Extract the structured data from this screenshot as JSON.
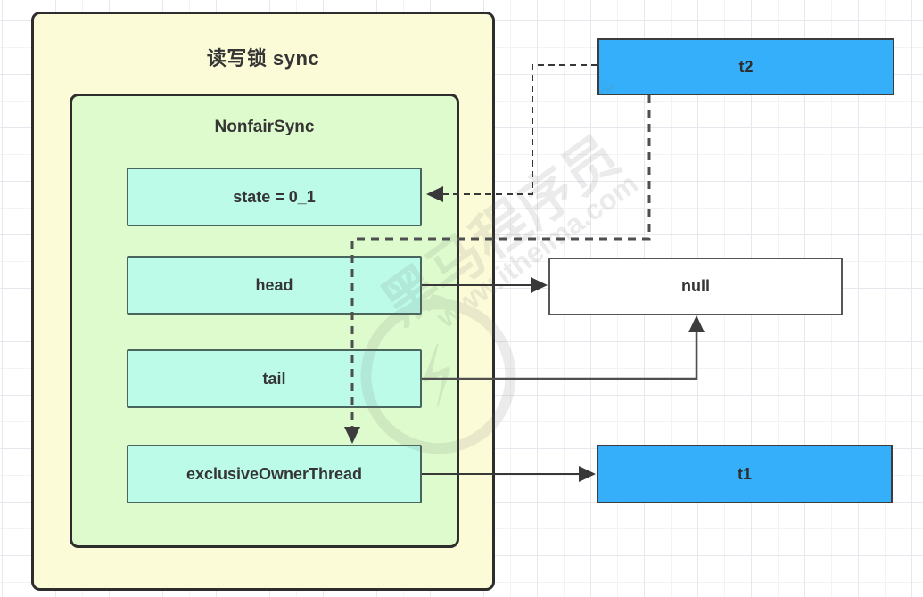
{
  "diagram": {
    "outer_container": {
      "title": "读写锁 sync"
    },
    "inner_container": {
      "title": "NonfairSync"
    },
    "fields": [
      {
        "id": "state",
        "label": "state = 0_1"
      },
      {
        "id": "head",
        "label": "head"
      },
      {
        "id": "tail",
        "label": "tail"
      },
      {
        "id": "exclusiveOwnerThread",
        "label": "exclusiveOwnerThread"
      }
    ],
    "nodes": [
      {
        "id": "t2",
        "label": "t2",
        "type": "thread"
      },
      {
        "id": "null",
        "label": "null",
        "type": "value"
      },
      {
        "id": "t1",
        "label": "t1",
        "type": "thread"
      }
    ],
    "edges": [
      {
        "from": "t2",
        "to": "state",
        "style": "dashed",
        "arrow": "left"
      },
      {
        "from": "t2",
        "to": "exclusiveOwnerThread",
        "style": "dashed",
        "arrow": "down"
      },
      {
        "from": "head",
        "to": "null",
        "style": "solid",
        "arrow": "right"
      },
      {
        "from": "tail",
        "to": "null",
        "style": "solid",
        "arrow": "up"
      },
      {
        "from": "exclusiveOwnerThread",
        "to": "t1",
        "style": "solid",
        "arrow": "right"
      }
    ],
    "watermark": {
      "brand": "黑马程序员",
      "tm": "™",
      "url": "www.itheima.com",
      "logo_glyph": "⚡"
    },
    "colors": {
      "outer_fill": "#fcfbd8",
      "inner_fill": "#ddfbcc",
      "field_fill": "#bdfbe9",
      "thread_fill": "#35aff9",
      "null_fill": "#ffffff",
      "border_dark": "#2d2d2d",
      "line_dark": "#383838",
      "line_gray": "#4f4f4f",
      "grid_line": "#e7e7ed"
    }
  }
}
